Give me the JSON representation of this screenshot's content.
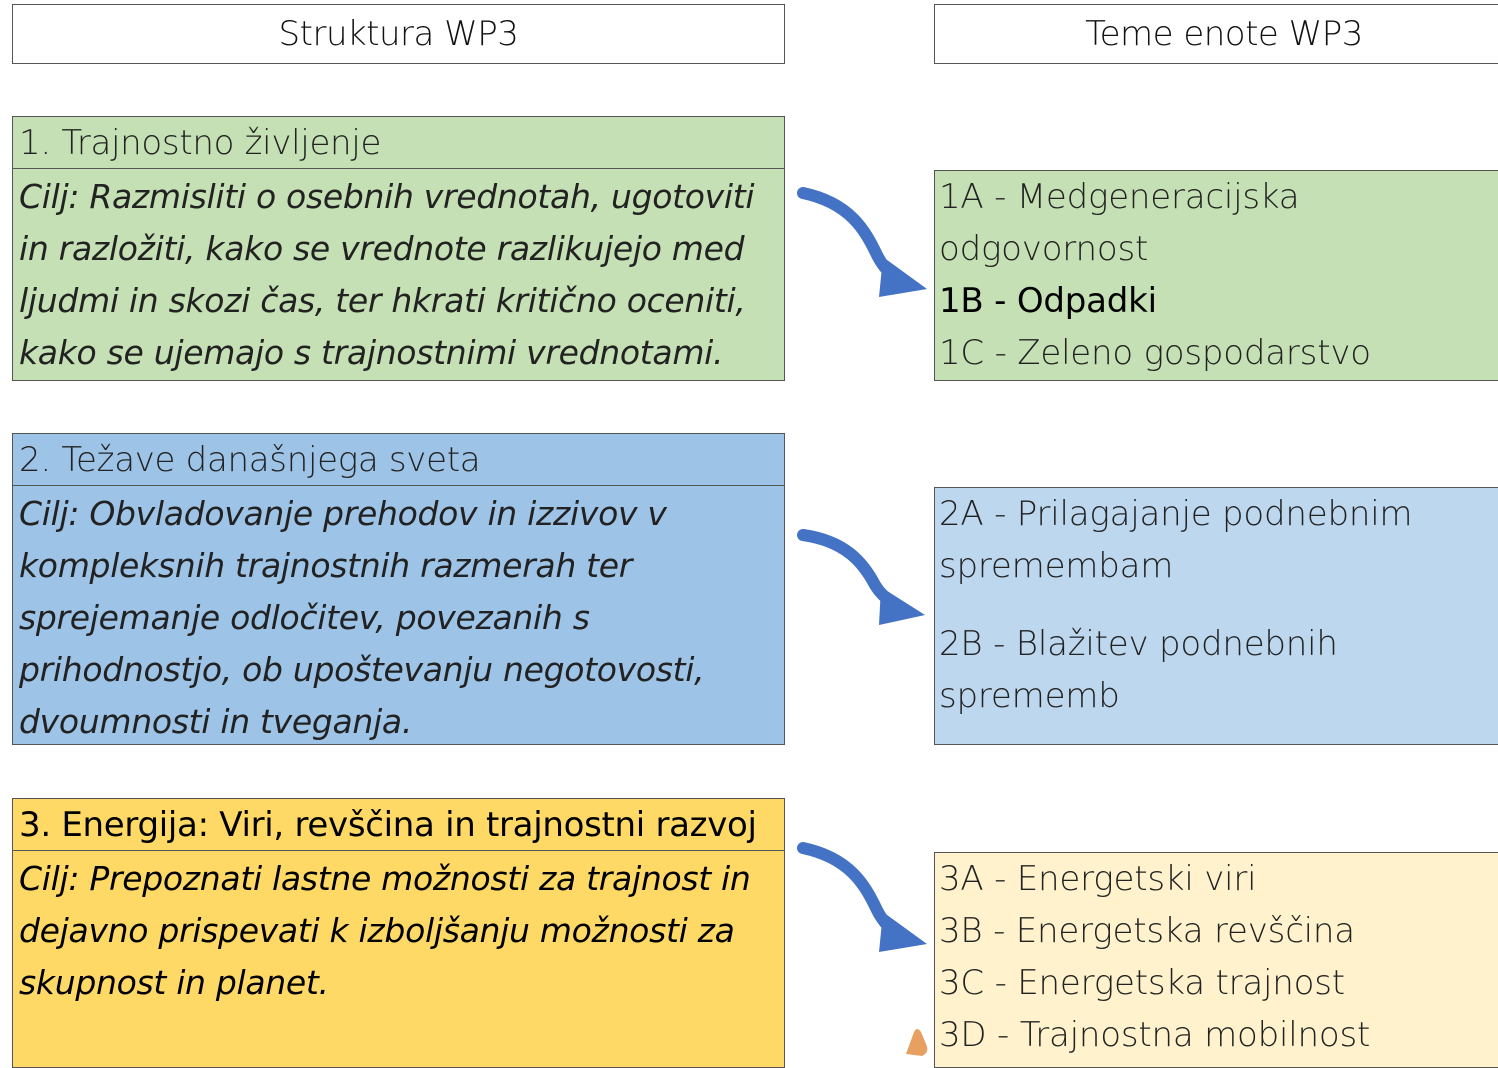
{
  "headers": {
    "left": "Struktura WP3",
    "right": "Teme enote WP3"
  },
  "sections": [
    {
      "title": "1. Trajnostno življenje",
      "goal": "Cilj: Razmisliti o osebnih vrednotah, ugotoviti in razložiti, kako se vrednote razlikujejo med ljudmi in skozi čas, ter hkrati kritično oceniti, kako se ujemajo s trajnostnimi vrednotami.",
      "color": "#c5e0b4",
      "topics": [
        "1A - Medgeneracijska odgovornost",
        "1B - Odpadki",
        "1C - Zeleno gospodarstvo"
      ]
    },
    {
      "title": "2. Težave današnjega sveta",
      "goal": "Cilj: Obvladovanje prehodov in izzivov v kompleksnih trajnostnih razmerah ter sprejemanje odločitev, povezanih s prihodnostjo, ob upoštevanju negotovosti, dvoumnosti in tveganja.",
      "color": "#9dc3e6",
      "topics": [
        "2A - Prilagajanje podnebnim spremembam",
        "2B - Blažitev podnebnih sprememb"
      ]
    },
    {
      "title": "3. Energija: Viri, revščina in trajnostni razvoj",
      "goal": "Cilj: Prepoznati lastne možnosti za trajnost in dejavno prispevati k izboljšanju možnosti za skupnost in planet.",
      "color": "#ffd966",
      "topics": [
        "3A - Energetski viri",
        "3B - Energetska revščina",
        "3C - Energetska trajnost",
        "3D - Trajnostna mobilnost"
      ]
    }
  ],
  "colors": {
    "arrow": "#4472c4",
    "cursor_marker": "#e8a060"
  },
  "icons": {
    "cursor": "pointer-hand-icon"
  }
}
